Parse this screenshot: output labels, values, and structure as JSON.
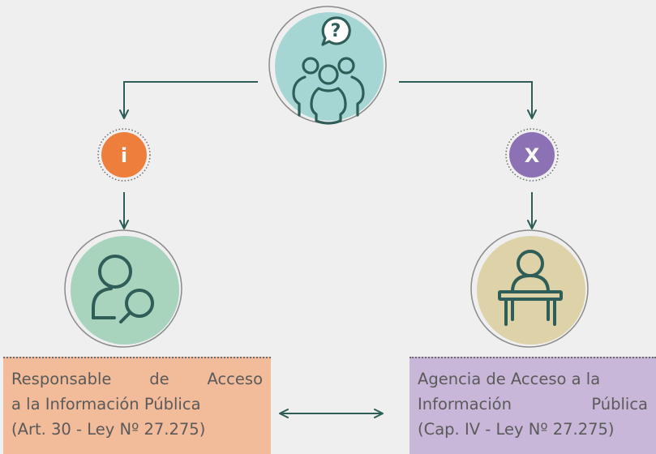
{
  "nodes": {
    "top": {
      "icon": "group-question-icon",
      "color": "#a6d6d3"
    },
    "info_badge": {
      "label": "i",
      "color": "#ee7e3c"
    },
    "x_badge": {
      "label": "X",
      "color": "#8c71b4"
    },
    "left": {
      "icon": "person-search-icon",
      "color": "#a8d3bd"
    },
    "right": {
      "icon": "person-at-desk-icon",
      "color": "#ded3a8"
    }
  },
  "boxes": {
    "left": {
      "lines": [
        "Responsable de Acceso",
        "a la Información Pública",
        "(Art. 30 - Ley Nº 27.275)"
      ],
      "color": "#f2bb99"
    },
    "right": {
      "lines": [
        "Agencia de Acceso a la",
        "Información Pública",
        "(Cap. IV - Ley Nº 27.275)"
      ],
      "color": "#c9b7d9"
    }
  },
  "colors": {
    "background": "#efefef",
    "arrow": "#2f5d57",
    "icon_stroke": "#2f5d57",
    "text": "#5a5a5a"
  }
}
